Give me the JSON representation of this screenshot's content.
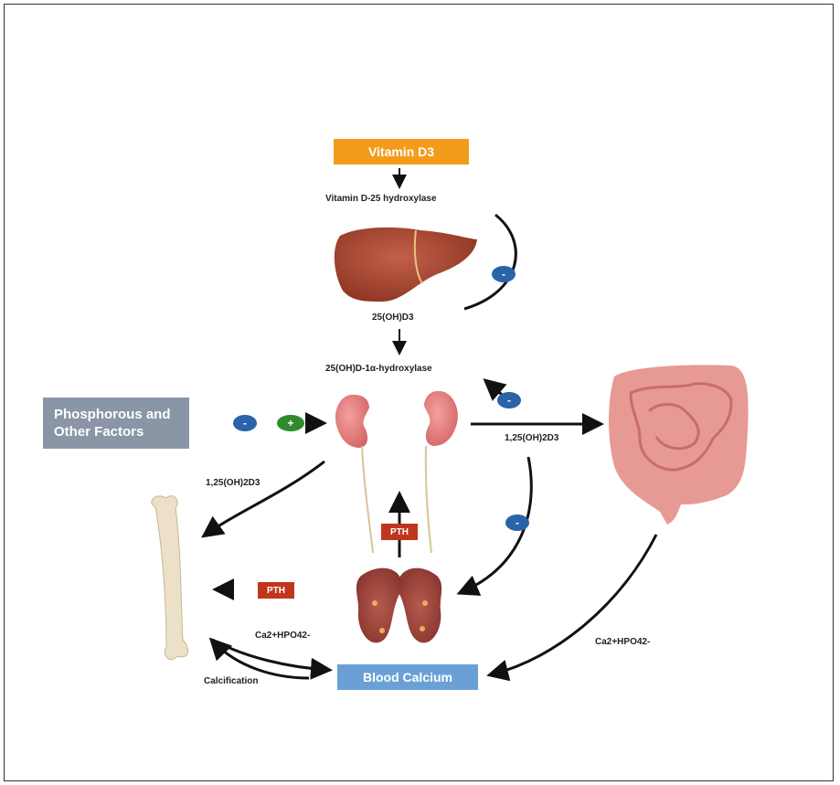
{
  "diagram": {
    "boxes": {
      "vitamin_d3": "Vitamin D3",
      "phosphorous": "Phosphorous and Other Factors",
      "blood_calcium": "Blood Calcium",
      "pth_vertical": "PTH",
      "pth_horizontal": "PTH"
    },
    "labels": {
      "vit_d25": "Vitamin D-25 hydroxylase",
      "oh_d3": "25(OH)D3",
      "alpha_hydroxylase": "25(OH)D-1α-hydroxylase",
      "calcitriol_right": "1,25(OH)2D3",
      "calcitriol_left": "1,25(OH)2D3",
      "ca_hpo4_left": "Ca2+HPO42-",
      "ca_hpo4_right": "Ca2+HPO42-",
      "calcification": "Calcification"
    },
    "regulators": {
      "minus": "-",
      "plus": "+"
    },
    "colors": {
      "vitamin_box": "#f39c1c",
      "phos_box": "#8a95a5",
      "blood_box": "#6aa0d6",
      "pth_box": "#c0361c",
      "minus_oval": "#2a63a8",
      "plus_oval": "#2f8a2a",
      "liver": "#a8452e",
      "kidney": "#e07a7a",
      "intestine": "#e79a93",
      "thyroid": "#9a3f3a",
      "bone": "#ece1c8"
    },
    "icons": [
      "liver-icon",
      "kidney-icon",
      "intestine-icon",
      "thyroid-icon",
      "bone-icon"
    ]
  }
}
